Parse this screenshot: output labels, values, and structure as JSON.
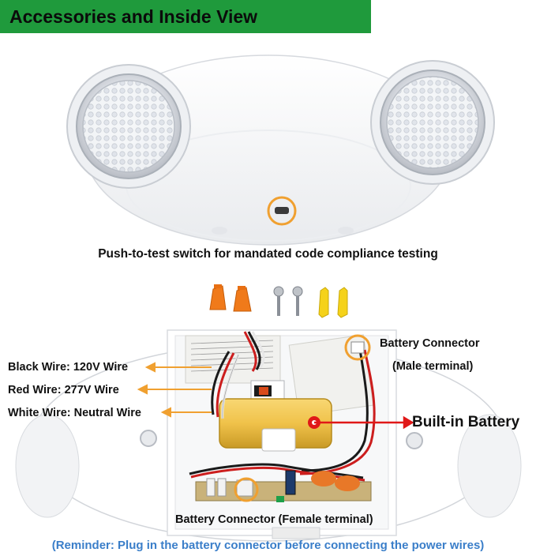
{
  "banner": {
    "title": "Accessories and Inside View",
    "color": "#1f9a3c"
  },
  "top_caption": "Push-to-test switch for mandated code compliance testing",
  "labels": {
    "black_wire": "Black Wire: 120V Wire",
    "red_wire": "Red Wire: 277V Wire",
    "white_wire": "White Wire: Neutral Wire",
    "battery_connector_male_line1": "Battery Connector",
    "battery_connector_male_line2": "(Male terminal)",
    "built_in_battery": "Built-in Battery",
    "battery_connector_female": "Battery Connector (Female terminal)"
  },
  "reminder": "(Reminder: Plug in the battery connector before connecting the power wires)",
  "colors": {
    "callout_orange": "#f0a030",
    "reminder_blue": "#3a7ec9",
    "battery_dot": "#e01818"
  }
}
